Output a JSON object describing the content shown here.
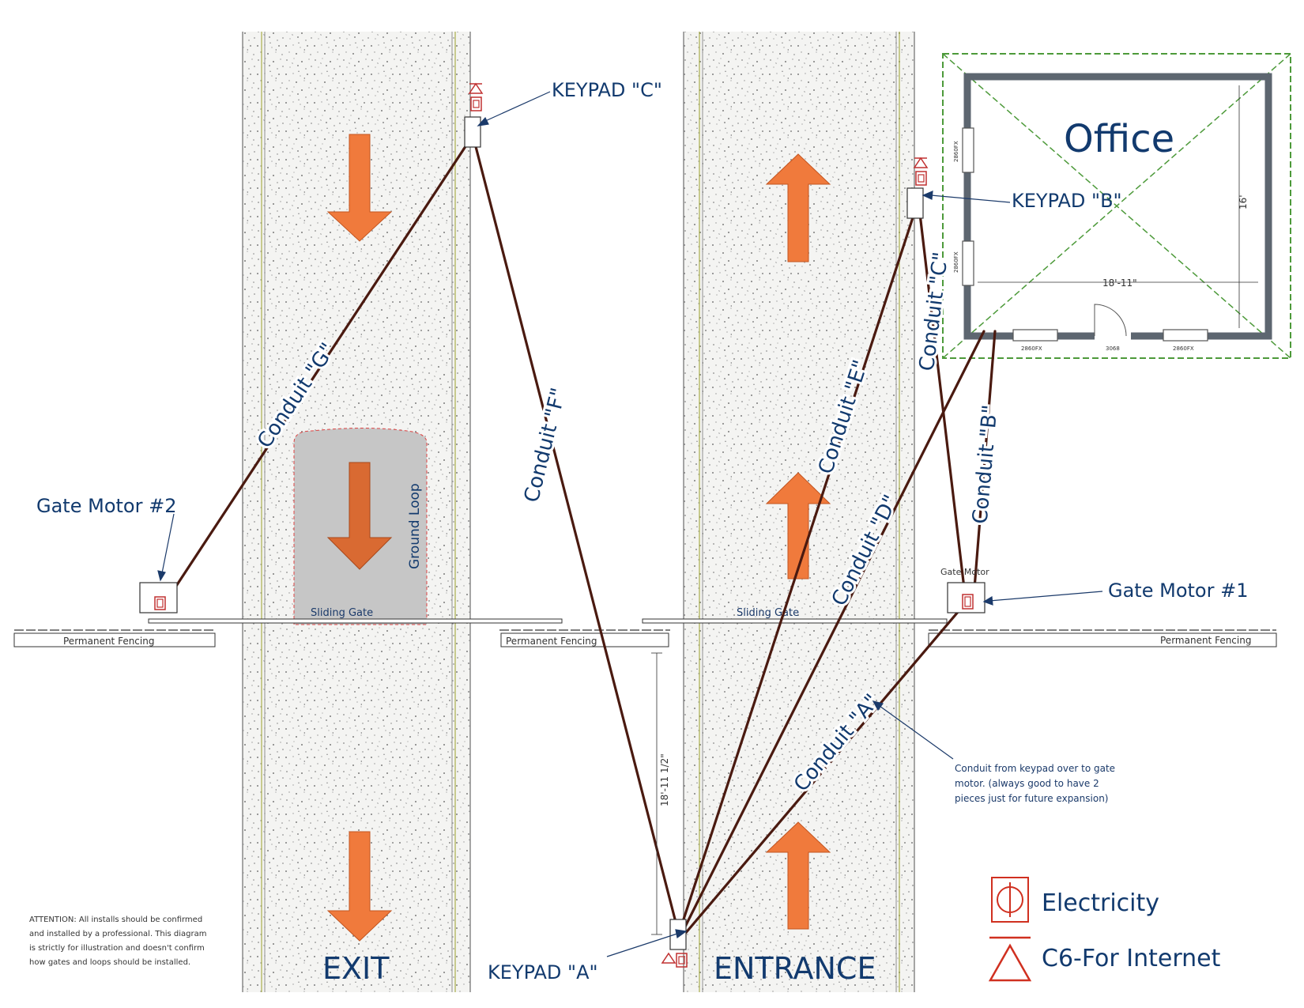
{
  "labels": {
    "keypad_a": "KEYPAD \"A\"",
    "keypad_b": "KEYPAD \"B\"",
    "keypad_c": "KEYPAD \"C\"",
    "gate_motor_1": "Gate Motor #1",
    "gate_motor_2": "Gate Motor #2",
    "gate_motor_small": "Gate Motor",
    "office": "Office",
    "exit": "EXIT",
    "entrance": "ENTRANCE",
    "ground_loop": "Ground Loop",
    "sliding_gate_left": "Sliding Gate",
    "sliding_gate_right": "Sliding Gate",
    "permanent_fencing_1": "Permanent Fencing",
    "permanent_fencing_2": "Permanent Fencing",
    "permanent_fencing_3": "Permanent Fencing"
  },
  "conduits": {
    "a": "Conduit \"A\"",
    "b": "Conduit \"B\"",
    "c": "Conduit \"C\"",
    "d": "Conduit \"D\"",
    "e": "Conduit \"E\"",
    "f": "Conduit \"F\"",
    "g": "Conduit \"G\""
  },
  "dimensions": {
    "office_width": "18'-11\"",
    "office_depth": "16'",
    "keypad_a_offset": "18'-11 1/2\"",
    "window_left_top": "2860FX",
    "window_left_bottom": "2860FX",
    "window_bottom_left": "2860FX",
    "door": "3068",
    "window_bottom_right": "2860FX"
  },
  "notes": {
    "conduit_note_1": "Conduit from keypad over to gate",
    "conduit_note_2": "motor.  (always good to have 2",
    "conduit_note_3": "pieces just for future expansion)",
    "attention_1": "ATTENTION: All installs should be confirmed",
    "attention_2": "and installed by a professional. This diagram",
    "attention_3": "is strictly for illustration and doesn't confirm",
    "attention_4": "how gates and loops should be installed."
  },
  "legend": {
    "electricity": "Electricity",
    "internet": "C6-For Internet"
  },
  "colors": {
    "arrow": "#f07a3c",
    "conduit": "#4a1a10",
    "text": "#123a6e",
    "legend_symbol": "#d03020",
    "office_wall": "#5d6670",
    "roof_lines": "#4d9a3a"
  }
}
